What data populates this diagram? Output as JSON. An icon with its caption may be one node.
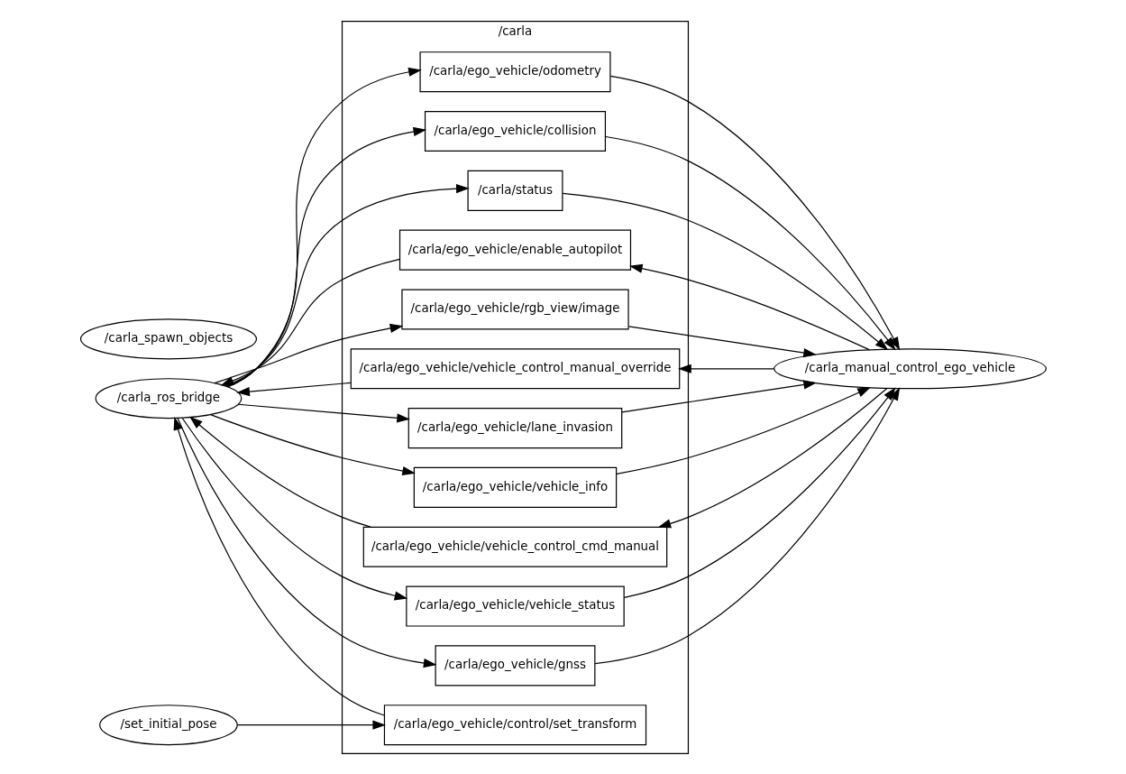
{
  "diagram": {
    "nodes": [
      {
        "text": [
          "/carla"
        ]
      },
      {
        "text": [
          "/carla/ego_vehicle/odometry"
        ],
        "in": 0
      },
      {
        "text": [
          "/carla/ego_vehicle/collision"
        ],
        "in": 0
      },
      {
        "text": [
          "/carla/status"
        ],
        "in": 0
      },
      {
        "text": [
          "/carla/ego_vehicle/enable_autopilot"
        ],
        "in": 0
      },
      {
        "text": [
          "/carla/ego_vehicle/rgb_view/image"
        ],
        "in": 0
      },
      {
        "text": [
          "/carla/ego_vehicle/vehicle_control_manual_override"
        ],
        "in": 0
      },
      {
        "text": [
          "/carla/ego_vehicle/lane_invasion"
        ],
        "in": 0
      },
      {
        "text": [
          "/carla/ego_vehicle/vehicle_info"
        ],
        "in": 0
      },
      {
        "text": [
          "/carla/ego_vehicle/vehicle_control_cmd_manual"
        ],
        "in": 0
      },
      {
        "text": [
          "/carla/ego_vehicle/vehicle_status"
        ],
        "in": 0
      },
      {
        "text": [
          "/carla/ego_vehicle/gnss"
        ],
        "in": 0
      },
      {
        "text": [
          "/carla/ego_vehicle/control/set_transform"
        ],
        "in": 0
      },
      {
        "text": [
          "/carla_spawn_objects"
        ]
      },
      {
        "text": [
          "/carla_ros_bridge"
        ]
      },
      {
        "text": [
          "/carla_manual_control_ego_vehicle"
        ]
      },
      {
        "text": [
          "/set_initial_pose"
        ]
      }
    ],
    "edges": [
      {
        "from": 14,
        "to": 1,
        "arrow": "to"
      },
      {
        "from": 1,
        "to": 15,
        "arrow": "to"
      },
      {
        "from": 14,
        "to": 2,
        "arrow": "to"
      },
      {
        "from": 2,
        "to": 15,
        "arrow": "to"
      },
      {
        "from": 14,
        "to": 3,
        "arrow": "to"
      },
      {
        "from": 3,
        "to": 15,
        "arrow": "to"
      },
      {
        "from": 15,
        "to": 4,
        "arrow": "to"
      },
      {
        "from": 4,
        "to": 14,
        "arrow": "to"
      },
      {
        "from": 14,
        "to": 5,
        "arrow": "to"
      },
      {
        "from": 5,
        "to": 15,
        "arrow": "to"
      },
      {
        "from": 15,
        "to": 6,
        "arrow": "to"
      },
      {
        "from": 6,
        "to": 14,
        "arrow": "to"
      },
      {
        "from": 14,
        "to": 7,
        "arrow": "to"
      },
      {
        "from": 7,
        "to": 15,
        "arrow": "to"
      },
      {
        "from": 14,
        "to": 8,
        "arrow": "to"
      },
      {
        "from": 8,
        "to": 15,
        "arrow": "to"
      },
      {
        "from": 15,
        "to": 9,
        "arrow": "to"
      },
      {
        "from": 9,
        "to": 14,
        "arrow": "to"
      },
      {
        "from": 14,
        "to": 10,
        "arrow": "to"
      },
      {
        "from": 10,
        "to": 15,
        "arrow": "to"
      },
      {
        "from": 14,
        "to": 11,
        "arrow": "to"
      },
      {
        "from": 11,
        "to": 15,
        "arrow": "to"
      },
      {
        "from": 16,
        "to": 12,
        "arrow": "to"
      },
      {
        "from": 12,
        "to": 14,
        "arrow": "to"
      }
    ]
  }
}
